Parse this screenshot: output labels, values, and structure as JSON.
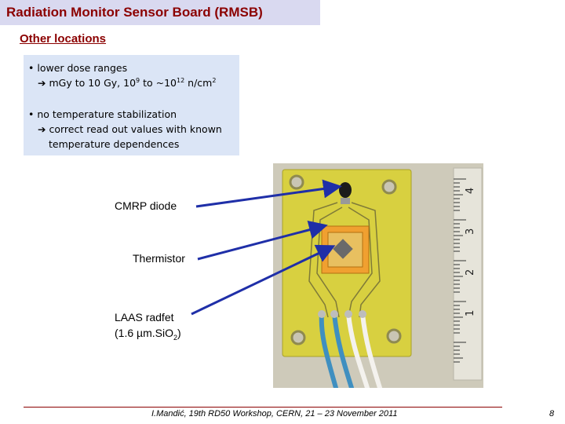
{
  "title": "Radiation Monitor Sensor Board (RMSB)",
  "subtitle": "Other locations",
  "bullets": {
    "b1_line1": "• lower dose ranges",
    "b1_line2_arrow": "➔",
    "b1_line2_a": " mGy to 10 Gy, 10",
    "b1_line2_sup1": "9",
    "b1_line2_b": "  to ~10",
    "b1_line2_sup2": "12",
    "b1_line2_c": " n/cm",
    "b1_line2_sup3": "2",
    "b2_line1": "• no temperature stabilization",
    "b2_line2_arrow": "➔",
    "b2_line2": " correct read out values with known",
    "b2_line3": "temperature dependences"
  },
  "labels": {
    "cmrp": "CMRP diode",
    "thermistor": "Thermistor",
    "radfet_line1": "LAAS radfet",
    "radfet_line2_a": "(1.6 µm.SiO",
    "radfet_line2_sub": "2",
    "radfet_line2_b": ")"
  },
  "ruler_digits": [
    "4",
    "3",
    "2",
    "1"
  ],
  "footer": "I.Mandić, 19th RD50 Workshop, CERN, 21 – 23 November 2011",
  "page_number": "8",
  "colors": {
    "title": "#8b0000",
    "title_bar": "#d9d9f0",
    "info_box": "#dbe5f6",
    "arrow": "#1f2fa8",
    "pcb": "#d8d040"
  }
}
